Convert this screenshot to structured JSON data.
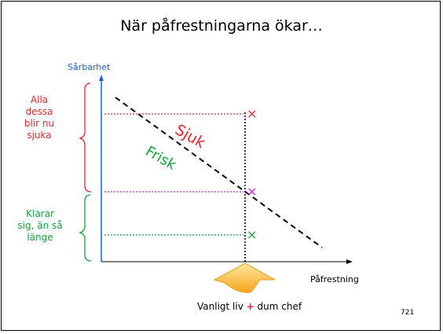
{
  "title": "När påfrestningarna ökar…",
  "y_axis_label": "Sårbarhet",
  "x_axis_label": "Påfrestning",
  "red_bracket_label": "Alla dessa blir nu sjuka",
  "green_bracket_label": "Klarar sig, än så länge",
  "zone_sick_label": "Sjuk",
  "zone_healthy_label": "Frisk",
  "marker_glyph": "×",
  "caption": {
    "part1": "Vanligt liv",
    "plus": "+",
    "part2": "dum chef"
  },
  "page_number": "721",
  "colors": {
    "red": "#e8262b",
    "green": "#16a33c",
    "magenta": "#e020e0",
    "blue_axis": "#1f5fd0",
    "arrow_fill": "#f5b020"
  }
}
